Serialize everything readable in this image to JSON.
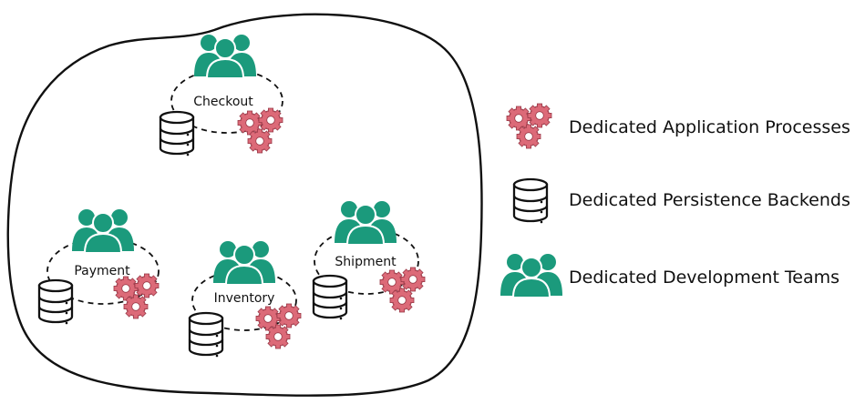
{
  "services": [
    {
      "id": "checkout",
      "label": "Checkout"
    },
    {
      "id": "payment",
      "label": "Payment"
    },
    {
      "id": "inventory",
      "label": "Inventory"
    },
    {
      "id": "shipment",
      "label": "Shipment"
    }
  ],
  "legend": {
    "processes": "Dedicated Application Processes",
    "persistence": "Dedicated Persistence Backends",
    "teams": "Dedicated Development Teams"
  },
  "colors": {
    "team": "#1b9a7c",
    "gear": "#dc6a78",
    "gear_outline": "#9a3a48",
    "stroke": "#111111"
  },
  "icons": {
    "team": "people-group-icon",
    "gear": "gears-icon",
    "db": "database-icon"
  }
}
